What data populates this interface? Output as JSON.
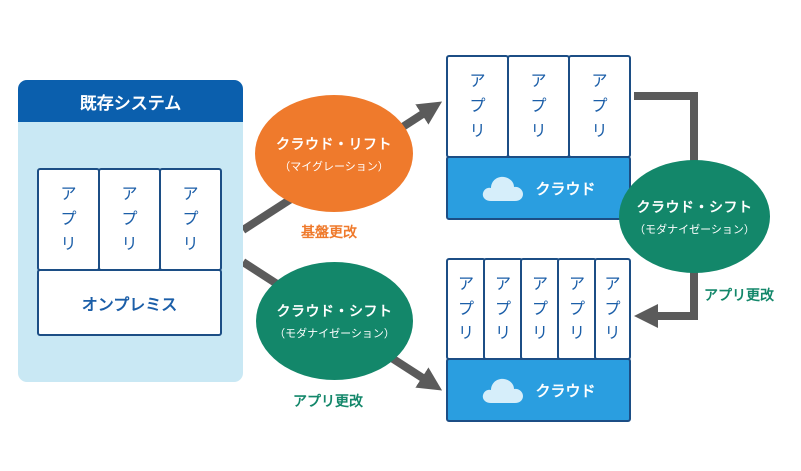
{
  "legacy": {
    "title": "既存システム",
    "apps": [
      "アプリ",
      "アプリ",
      "アプリ"
    ],
    "base": "オンプレミス"
  },
  "lift": {
    "title": "クラウド・リフト",
    "subtitle": "（マイグレーション）",
    "note": "基盤更改"
  },
  "shift": {
    "title": "クラウド・シフト",
    "subtitle": "（モダナイゼーション）",
    "note": "アプリ更改"
  },
  "shift2": {
    "title": "クラウド・シフト",
    "subtitle": "（モダナイゼーション）",
    "note": "アプリ更改"
  },
  "top_cloud": {
    "apps": [
      "アプリ",
      "アプリ",
      "アプリ"
    ],
    "base": "クラウド"
  },
  "bottom_cloud": {
    "apps": [
      "アプリ",
      "アプリ",
      "アプリ",
      "アプリ",
      "アプリ"
    ],
    "base": "クラウド"
  },
  "colors": {
    "lift": "#ef7a2c",
    "shift": "#13876a",
    "legacy_header": "#0b5fad",
    "legacy_bg": "#c9e8f4",
    "cloud": "#2a9ee0",
    "arrow": "#5b5b5b",
    "border": "#1c4e85"
  },
  "icons": [
    "cloud-icon",
    "arrow-icon"
  ]
}
